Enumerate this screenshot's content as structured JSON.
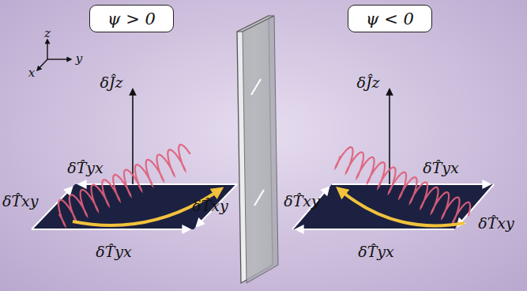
{
  "diagram": {
    "nodes": [
      {
        "text": [
          "ψ > 0"
        ]
      },
      {
        "text": [
          "ψ < 0"
        ]
      }
    ],
    "labels": [
      "z",
      "y",
      "x",
      "δĴz",
      "δT̂yx",
      "δT̂xy",
      "δT̂xy",
      "δT̂yx",
      "δĴz",
      "δT̂xy",
      "δT̂yx",
      "δT̂xy",
      "δT̂yx"
    ]
  }
}
